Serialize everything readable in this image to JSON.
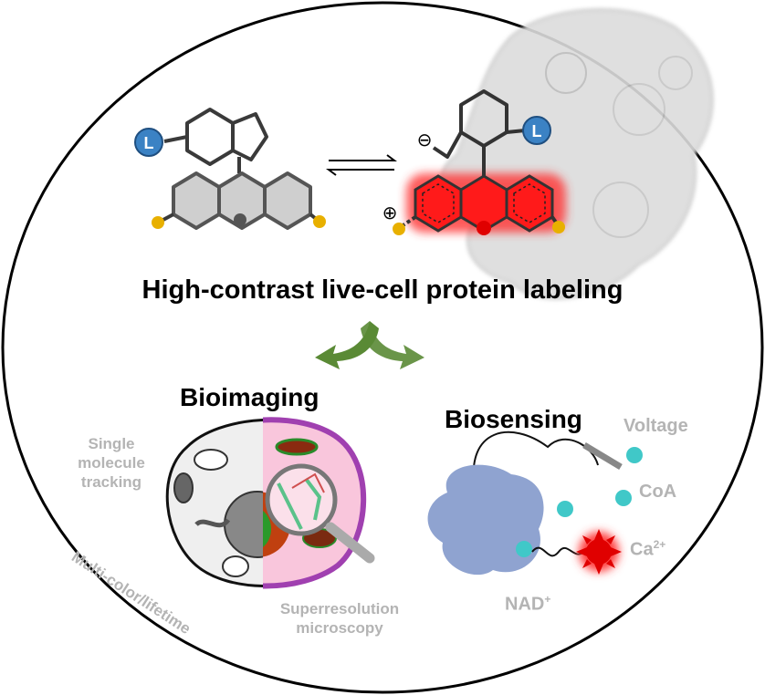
{
  "title": "High-contrast live-cell protein labeling",
  "ligand_label": "L",
  "charges": {
    "negative": "⊖",
    "positive": "⊕"
  },
  "sections": {
    "bioimaging": {
      "heading": "Bioimaging",
      "applications": [
        "Single molecule tracking",
        "Multi-color/lifetime",
        "Superresolution microscopy"
      ]
    },
    "biosensing": {
      "heading": "Biosensing",
      "analytes": {
        "voltage": "Voltage",
        "coa": "CoA",
        "calcium": "Ca",
        "calcium_sup": "2+",
        "nad": "NAD",
        "nad_sup": "+"
      }
    }
  },
  "colors": {
    "fluorophore": "#ff0000",
    "ligand": "#3b82c4",
    "arrow": "#5a8a35",
    "protein": "#8fa3d0",
    "label_grey": "#b4b4b4"
  }
}
